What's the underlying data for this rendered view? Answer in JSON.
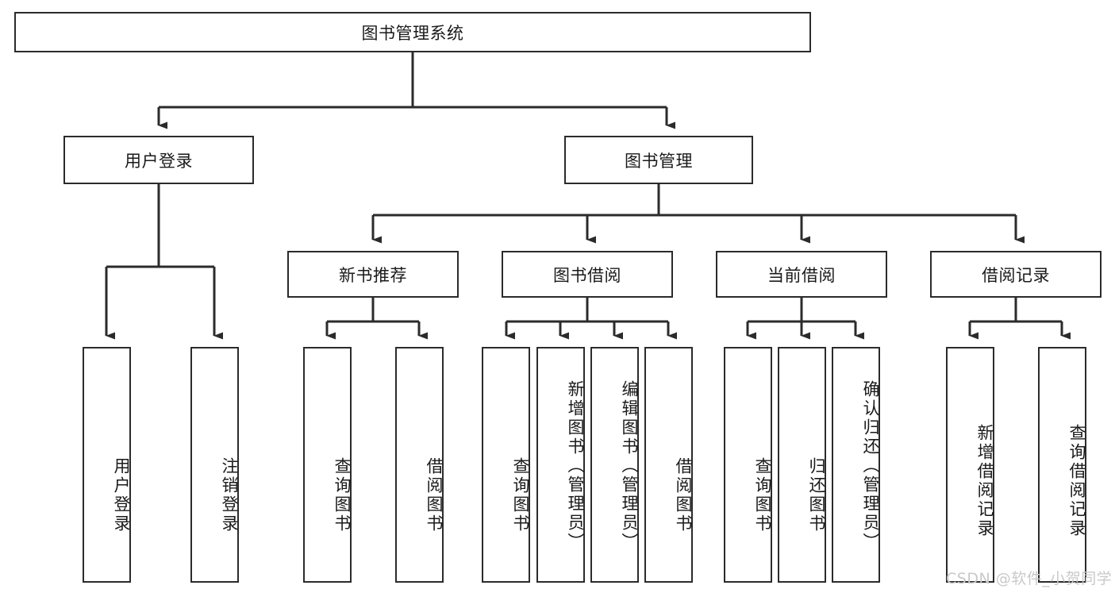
{
  "diagram": {
    "type": "tree-hierarchy-chart",
    "title_text": "图书管理系统",
    "line_color": "#2b2b2b",
    "box_fill": "#ffffff",
    "text_color": "#1a1a1a",
    "root": {
      "label": "图书管理系统"
    },
    "level2": [
      {
        "label": "用户登录"
      },
      {
        "label": "图书管理"
      }
    ],
    "level3": [
      {
        "label": "新书推荐"
      },
      {
        "label": "图书借阅"
      },
      {
        "label": "当前借阅"
      },
      {
        "label": "借阅记录"
      }
    ],
    "leaves": {
      "user_login": [
        {
          "label": "用户登录"
        },
        {
          "label": "注销登录"
        }
      ],
      "new_book_recommend": [
        {
          "label": "查询图书"
        },
        {
          "label": "借阅图书"
        }
      ],
      "book_borrow": [
        {
          "label": "查询图书"
        },
        {
          "label": "新增图书（管理员）"
        },
        {
          "label": "编辑图书（管理员）"
        },
        {
          "label": "借阅图书"
        }
      ],
      "current_borrow": [
        {
          "label": "查询图书"
        },
        {
          "label": "归还图书"
        },
        {
          "label": "确认归还（管理员）"
        }
      ],
      "borrow_record": [
        {
          "label": "新增借阅记录"
        },
        {
          "label": "查询借阅记录"
        }
      ]
    }
  },
  "watermark": {
    "text": "CSDN @软件_小贺同学"
  }
}
